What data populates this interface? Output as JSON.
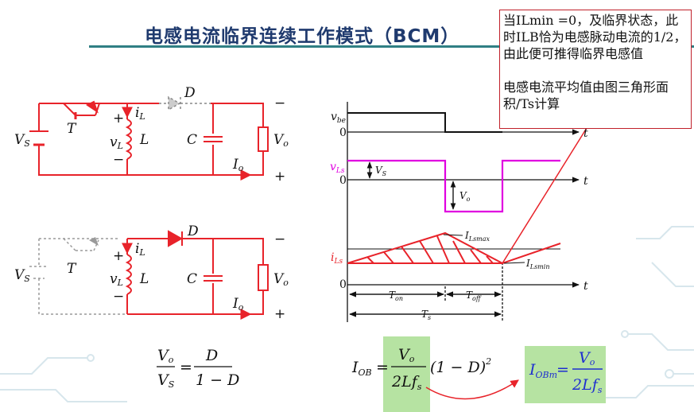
{
  "title": "电感电流临界连续工作模式（BCM）",
  "callout": {
    "line1": "当ILmin =0，及临界状态，此时ILB恰为电感脉动电流的1/2，由此便可推得临界电感值",
    "line2": "电感电流平均值由图三角形面积/Ts计算"
  },
  "circuit_top": {
    "vs": "V",
    "vs_sub": "S",
    "switch": "T",
    "diode": "D",
    "il": "i",
    "il_sub": "L",
    "vl": "v",
    "vl_sub": "L",
    "plus": "+",
    "minus": "−",
    "inductor": "L",
    "cap": "C",
    "vo": "V",
    "vo_sub": "o",
    "io": "I",
    "io_sub": "o"
  },
  "circuit_bottom": {
    "vs": "V",
    "vs_sub": "S",
    "switch": "T",
    "diode": "D",
    "il": "i",
    "il_sub": "L",
    "vl": "v",
    "vl_sub": "L",
    "plus": "+",
    "minus": "−",
    "inductor": "L",
    "cap": "C",
    "vo": "V",
    "vo_sub": "o",
    "io": "I",
    "io_sub": "o"
  },
  "waveforms": {
    "vbe": "v",
    "vbe_sub": "be",
    "zero": "0",
    "t": "t",
    "vls": "v",
    "vls_sub": "Ls",
    "vs": "V",
    "vs_sub": "S",
    "vo": "V",
    "vo_sub": "o",
    "ils": "i",
    "ils_sub": "Ls",
    "ilsmax": "I",
    "ilsmax_sub": "Lsmax",
    "ilsmin": "I",
    "ilsmin_sub": "Lsmin",
    "ton": "T",
    "ton_sub": "on",
    "toff": "T",
    "toff_sub": "off",
    "ts": "T",
    "ts_sub": "s"
  },
  "formulas": {
    "ratio_num": "V",
    "ratio_num_sub": "o",
    "ratio_den": "V",
    "ratio_den_sub": "S",
    "eq": "=",
    "rhs_num": "D",
    "rhs_den": "1 − D",
    "iob": "I",
    "iob_sub": "OB",
    "frac_num": "V",
    "frac_num_sub": "o",
    "frac_den": "2Lf",
    "frac_den_sub": "s",
    "factor": "(1 − D)",
    "exp": "2",
    "iobm": "I",
    "iobm_sub": "OBm"
  },
  "colors": {
    "circuit": "#e8232a",
    "waveform_vls": "#e000e0",
    "title": "#1f3a6e",
    "rule": "#2f7f84",
    "formula_highlight": "#b6e3a2",
    "formula_blue": "#1f2fd0"
  }
}
